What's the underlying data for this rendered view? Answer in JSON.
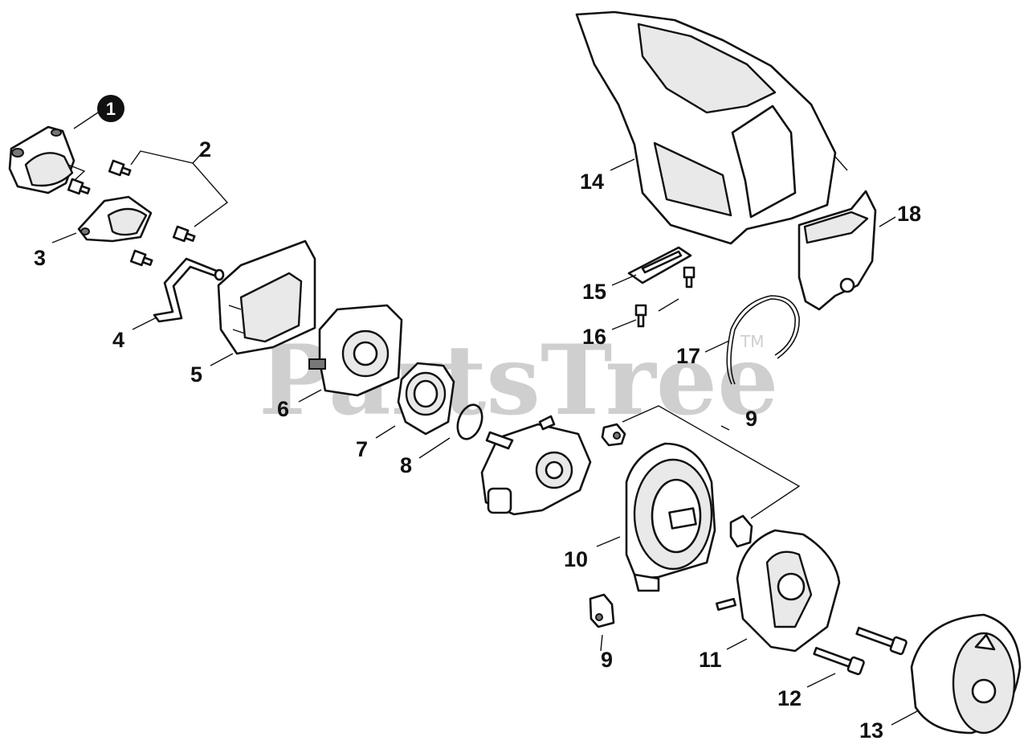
{
  "watermark": {
    "text": "PartsTree",
    "trademark": "TM"
  },
  "callouts": {
    "c1": "1",
    "c2": "2",
    "c3": "3",
    "c4": "4",
    "c5": "5",
    "c6": "6",
    "c7": "7",
    "c8": "8",
    "c9a": "9",
    "c9b": "9",
    "c10": "10",
    "c11": "11",
    "c12": "12",
    "c13": "13",
    "c14": "14",
    "c15": "15",
    "c16": "16",
    "c17": "17",
    "c18": "18"
  }
}
